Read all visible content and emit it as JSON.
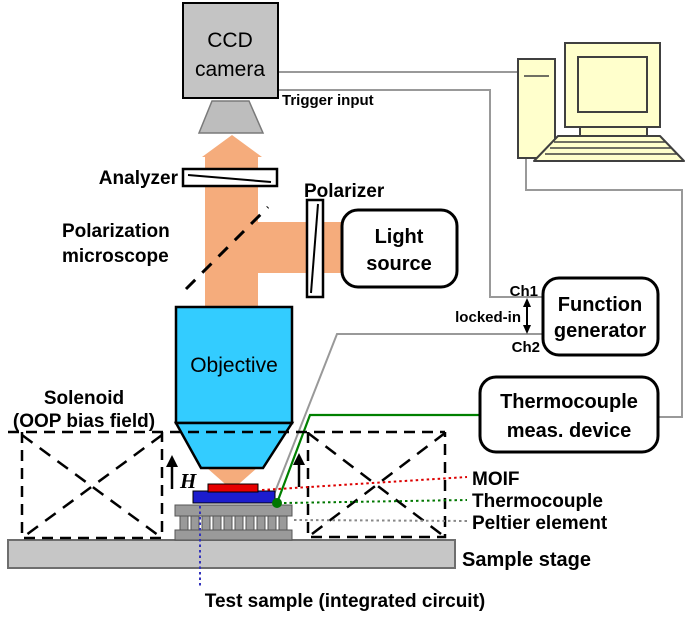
{
  "colors": {
    "beam": "#F5AC7C",
    "objective": "#33CCFF",
    "camera_gray": "#C4C4C4",
    "mount_gray": "#BDBDBD",
    "computer_cream": "#FFFFCC",
    "wire_gray": "#999999",
    "moif_red": "#E60000",
    "sample_blue": "#1C1CCE",
    "thermo_green": "#007700",
    "peltier_gray": "#9A9A9A",
    "stage_gray": "#C6C6C6",
    "moif_label": "#CC0000",
    "thermo_label": "#006600",
    "peltier_label": "#7F7F7F",
    "stage_label": "#A8A8A8",
    "test_sample_blue": "#2B2BA8"
  },
  "camera": {
    "line1": "CCD",
    "line2": "camera",
    "trigger": "Trigger input"
  },
  "optics": {
    "analyzer": "Analyzer",
    "polarizer": "Polarizer",
    "microscope_line1": "Polarization",
    "microscope_line2": "microscope",
    "light_line1": "Light",
    "light_line2": "source",
    "objective": "Objective"
  },
  "function_generator": {
    "line1": "Function",
    "line2": "generator",
    "ch1": "Ch1",
    "ch2": "Ch2",
    "locked_in": "locked-in"
  },
  "thermocouple_device": {
    "line1": "Thermocouple",
    "line2": "meas. device"
  },
  "solenoid": {
    "line1": "Solenoid",
    "line2": "(OOP bias field)",
    "field": "H"
  },
  "sample": {
    "moif": "MOIF",
    "thermocouple": "Thermocouple",
    "peltier": "Peltier element",
    "stage": "Sample stage",
    "test_sample": "Test sample (integrated circuit)"
  }
}
